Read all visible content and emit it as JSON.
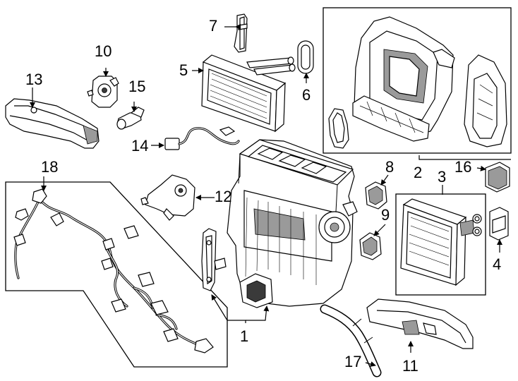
{
  "callouts": {
    "c1": "1",
    "c2": "2",
    "c3": "3",
    "c4": "4",
    "c5": "5",
    "c6": "6",
    "c7": "7",
    "c8": "8",
    "c9": "9",
    "c10": "10",
    "c11": "11",
    "c12": "12",
    "c13": "13",
    "c14": "14",
    "c15": "15",
    "c16": "16",
    "c17": "17",
    "c18": "18"
  },
  "colors": {
    "line": "#000000",
    "shade": "#9a9a9a",
    "background": "#ffffff"
  }
}
